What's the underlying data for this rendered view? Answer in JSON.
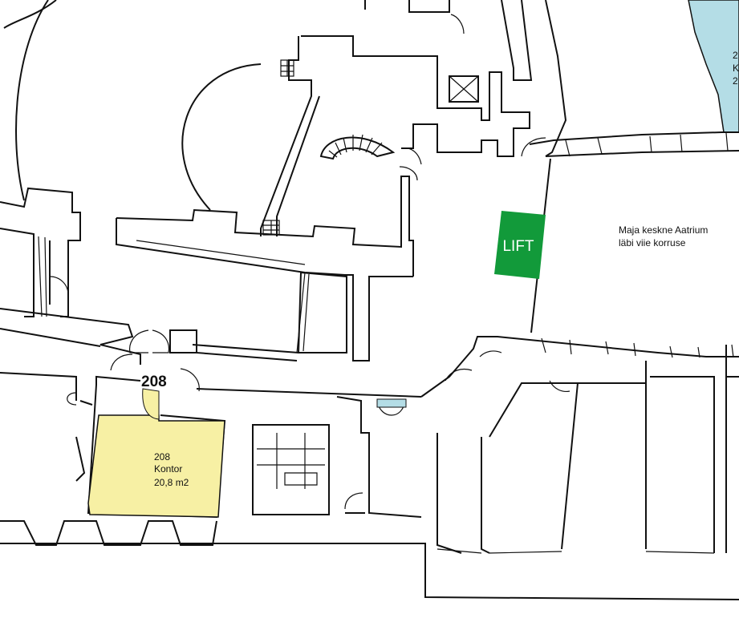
{
  "rooms": {
    "selected": {
      "marker": "208",
      "number": "208",
      "name": "Kontor",
      "area": "20,8 m2",
      "fill_color": "#f7f0a4",
      "marker_color": "#cc0000"
    },
    "neighbor_cut": {
      "line1": "2",
      "line2": "K",
      "line3": "2",
      "fill_color": "#b4dde6"
    }
  },
  "lift": {
    "label": "LIFT",
    "fill_color": "#129a3a"
  },
  "atrium": {
    "line1": "Maja keskne Aatrium",
    "line2": "läbi viie korruse"
  },
  "door_glass_color": "#b4dde6"
}
